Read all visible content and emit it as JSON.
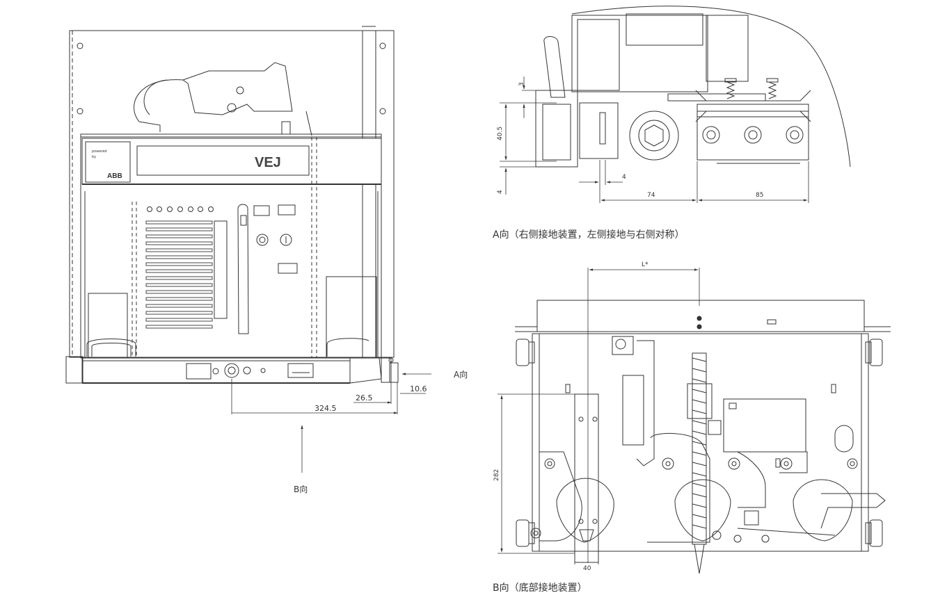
{
  "front_view": {
    "brand_label": "VEJ",
    "logo_powered": "powered",
    "logo_by": "by",
    "logo_abb": "ABB",
    "dims": {
      "d1": "324.5",
      "d2": "26.5",
      "d3": "10.6"
    },
    "arrow_a_label": "A向",
    "arrow_b_label": "B向"
  },
  "view_a": {
    "dims": {
      "v3": "3",
      "v40_5": "40.5",
      "v4_left": "4",
      "h4": "4",
      "h74": "74",
      "h85": "85"
    },
    "caption": "A向（右侧接地装置，左侧接地与右侧对称）"
  },
  "view_b": {
    "dims": {
      "lstar": "L*",
      "v282": "282",
      "h40": "40"
    },
    "caption": "B向（底部接地装置）"
  }
}
